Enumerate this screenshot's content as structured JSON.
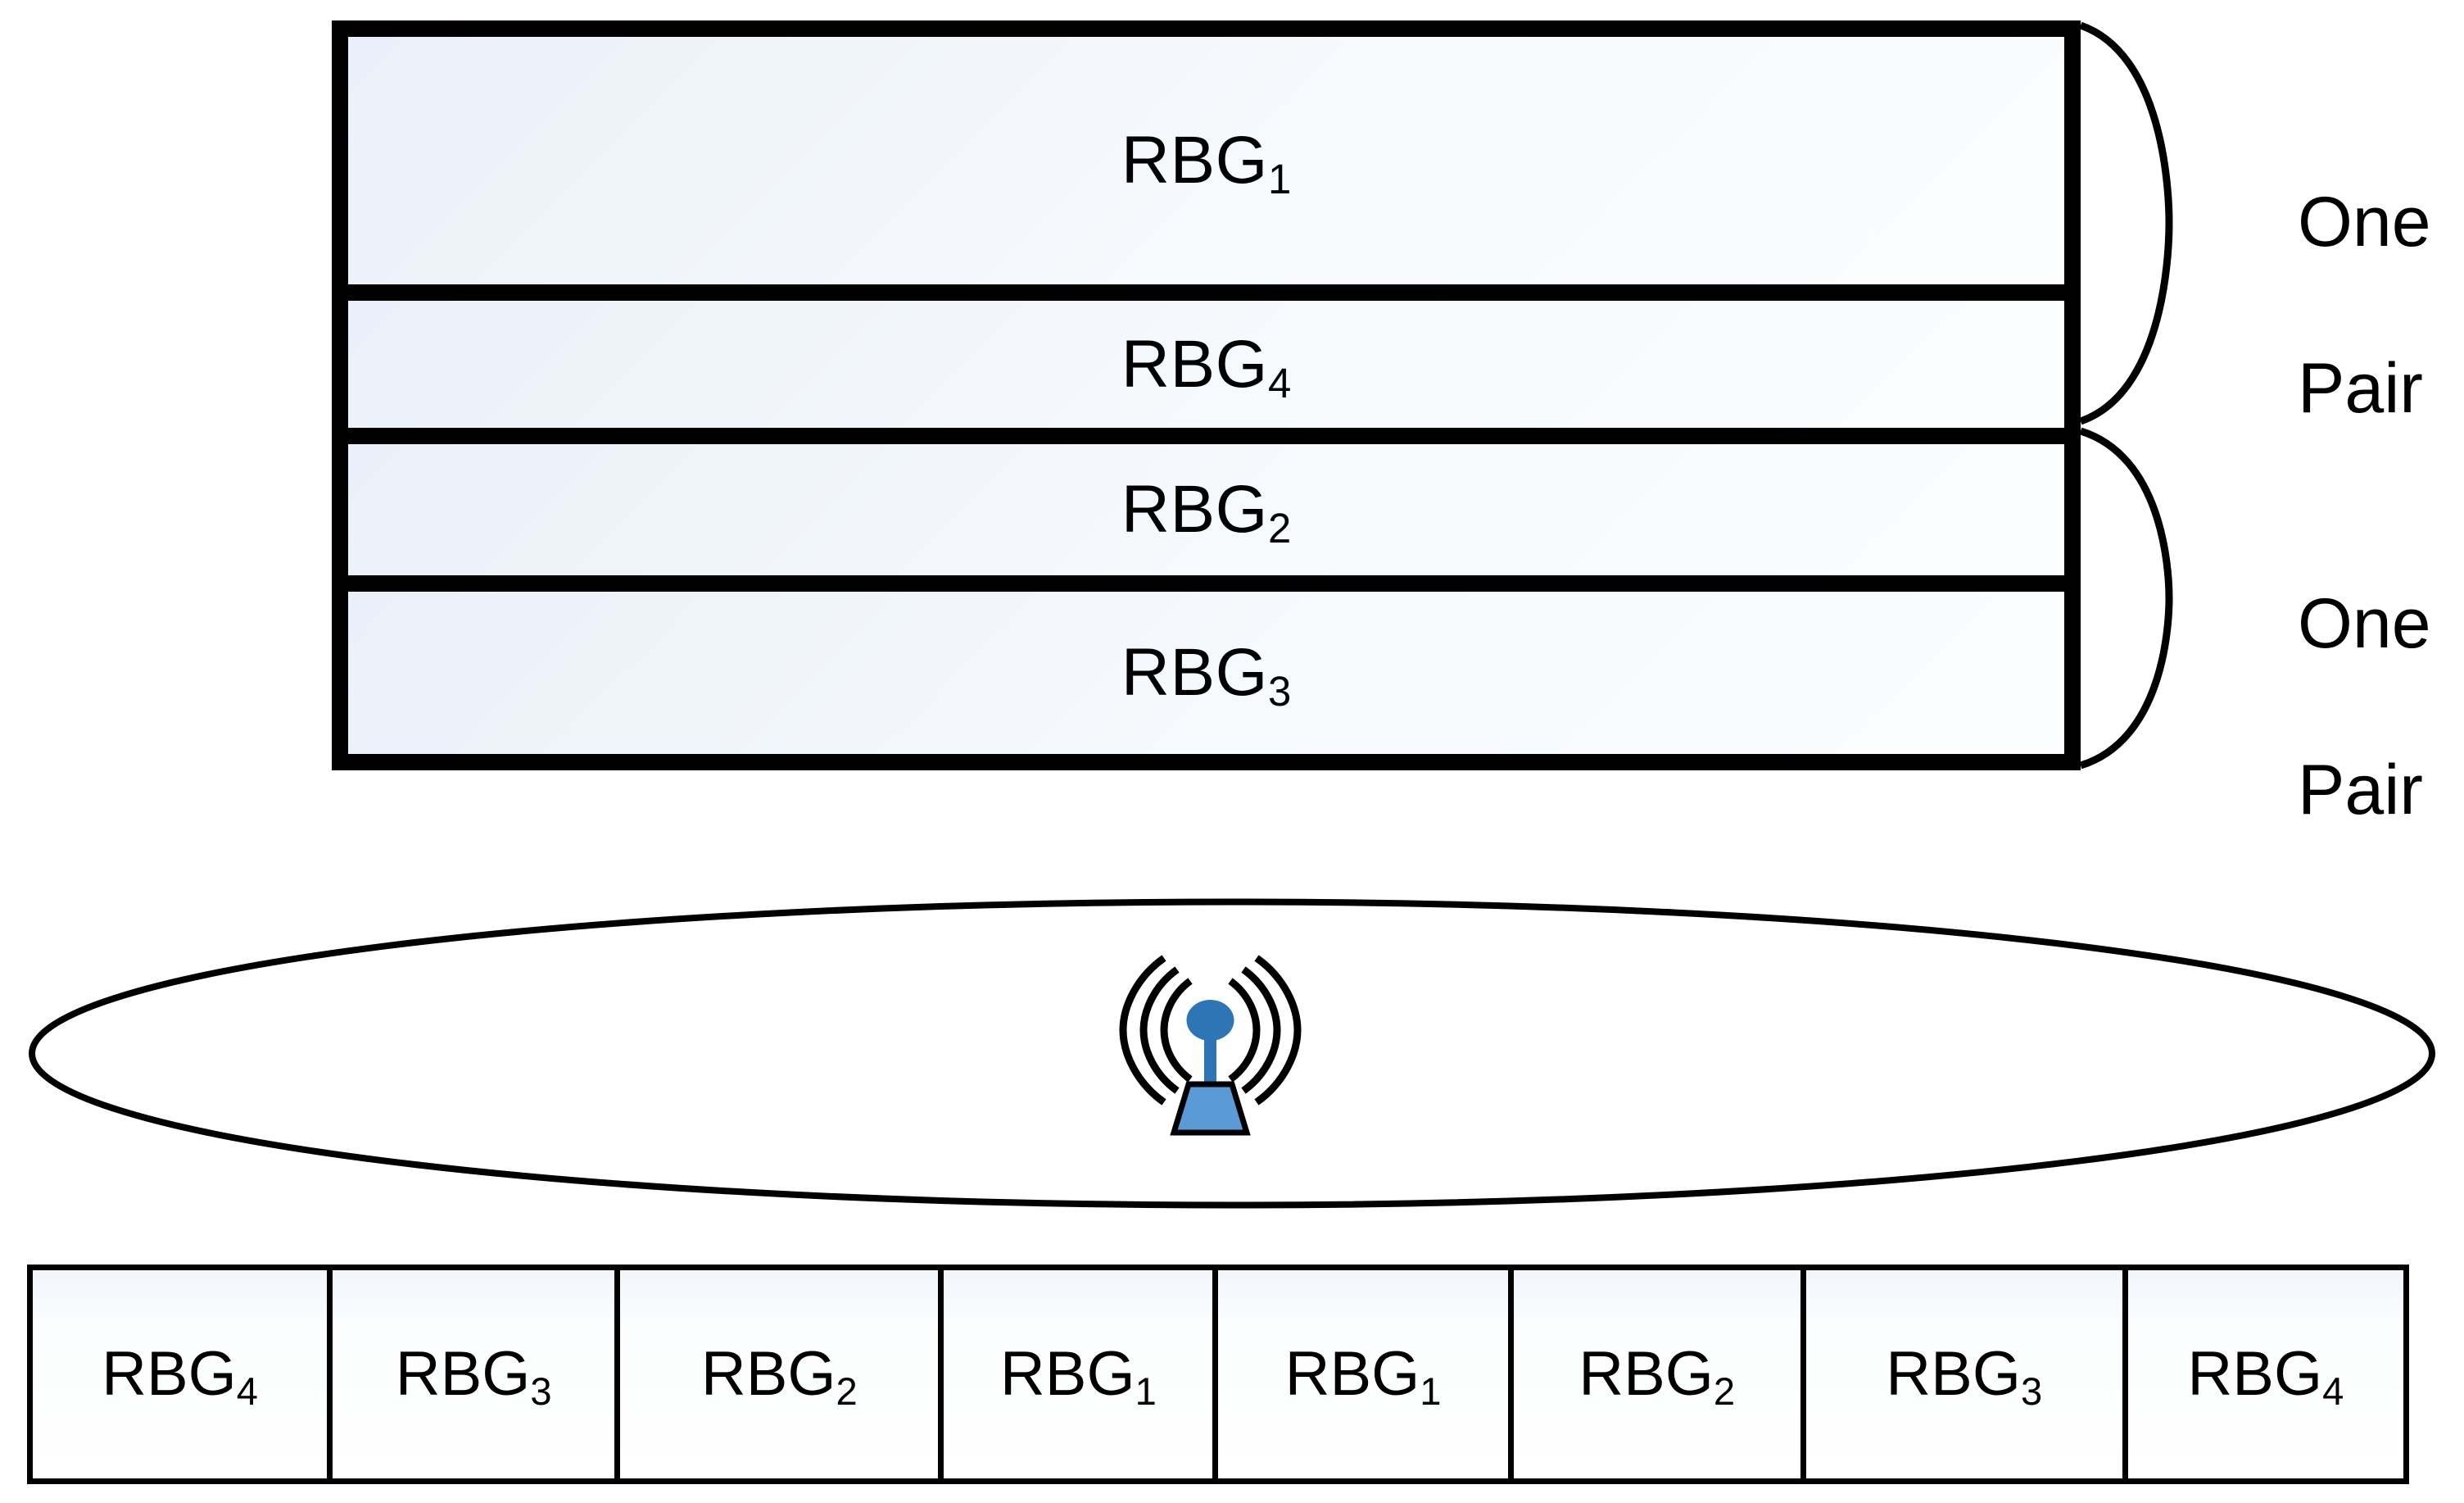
{
  "diagram": {
    "title": "RBG pairing and frequency allocation",
    "colors": {
      "outline": "#000000",
      "block_fill": "#eff4fa",
      "antenna_body": "#5b9bd5",
      "antenna_head": "#2e75b6",
      "antenna_outline": "#000000",
      "cell_outline": "#000000"
    }
  },
  "top_block": {
    "rows": [
      {
        "base": "RBG",
        "index": "1",
        "full": "RBG1"
      },
      {
        "base": "RBG",
        "index": "4",
        "full": "RBG4"
      },
      {
        "base": "RBG",
        "index": "2",
        "full": "RBG2"
      },
      {
        "base": "RBG",
        "index": "3",
        "full": "RBG3"
      }
    ],
    "pairs": [
      {
        "label": "One\nPair",
        "line1": "One",
        "line2": "Pair",
        "members": [
          "RBG1",
          "RBG4"
        ]
      },
      {
        "label": "One\nPair",
        "line1": "One",
        "line2": "Pair",
        "members": [
          "RBG2",
          "RBG3"
        ]
      }
    ]
  },
  "cell": {
    "icon": "base-station-antenna-icon",
    "shape": "ellipse"
  },
  "bottom_strip": {
    "cells": [
      {
        "base": "RBG",
        "index": "4",
        "full": "RBG4"
      },
      {
        "base": "RBG",
        "index": "3",
        "full": "RBG3"
      },
      {
        "base": "RBG",
        "index": "2",
        "full": "RBG2"
      },
      {
        "base": "RBG",
        "index": "1",
        "full": "RBG1"
      },
      {
        "base": "RBG",
        "index": "1",
        "full": "RBG1"
      },
      {
        "base": "RBG",
        "index": "2",
        "full": "RBG2"
      },
      {
        "base": "RBG",
        "index": "3",
        "full": "RBG3"
      },
      {
        "base": "RBG",
        "index": "4",
        "full": "RBG4"
      }
    ],
    "widths": [
      367,
      352,
      396,
      336,
      361,
      358,
      394,
      337
    ]
  }
}
